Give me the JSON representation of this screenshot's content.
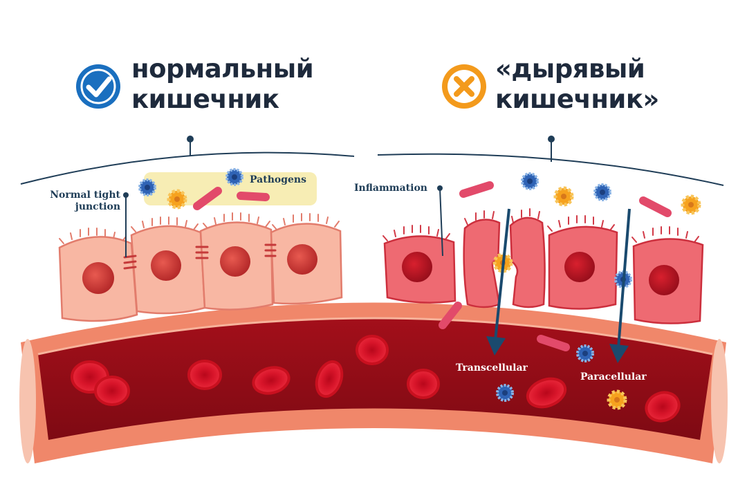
{
  "normal": {
    "status_icon": "check-icon",
    "status_color": "#1a6fbf",
    "title_line1": "нормальный",
    "title_line2": "кишечник",
    "label_tight_junction_1": "Normal tight",
    "label_tight_junction_2": "junction",
    "label_pathogens": "Pathogens"
  },
  "leaky": {
    "status_icon": "cross-icon",
    "status_color": "#f39a1c",
    "title_line1": "«дырявый",
    "title_line2": "кишечник»",
    "label_inflammation": "Inflammation",
    "label_transcellular": "Transcellular",
    "label_paracellular": "Paracellular"
  }
}
